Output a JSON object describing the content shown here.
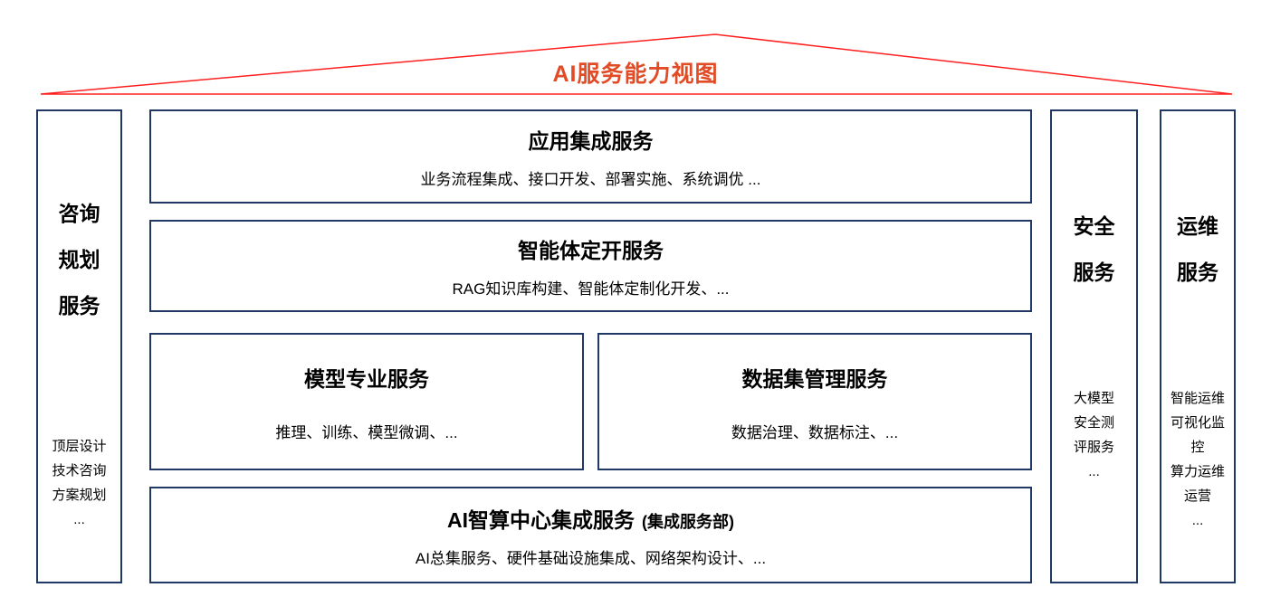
{
  "roof": {
    "title": "AI服务能力视图"
  },
  "left_column": {
    "title_lines": [
      "咨询",
      "规划",
      "服务"
    ],
    "sub_lines": [
      "顶层设计",
      "技术咨询",
      "方案规划",
      "..."
    ]
  },
  "main_boxes": {
    "app_integration": {
      "title": "应用集成服务",
      "subtitle": "业务流程集成、接口开发、部署实施、系统调优 ..."
    },
    "agent_dev": {
      "title": "智能体定开服务",
      "subtitle": "RAG知识库构建、智能体定制化开发、..."
    },
    "model_service": {
      "title": "模型专业服务",
      "subtitle": "推理、训练、模型微调、..."
    },
    "dataset_mgmt": {
      "title": "数据集管理服务",
      "subtitle": "数据治理、数据标注、..."
    },
    "ai_center": {
      "title": "AI智算中心集成服务",
      "title_note": "(集成服务部)",
      "subtitle": "AI总集服务、硬件基础设施集成、网络架构设计、..."
    }
  },
  "security_column": {
    "title_lines": [
      "安全",
      "服务"
    ],
    "sub_lines": [
      "大模型",
      "安全测",
      "评服务",
      "..."
    ]
  },
  "ops_column": {
    "title_lines": [
      "运维",
      "服务"
    ],
    "sub_lines": [
      "智能运维",
      "可视化监",
      "控",
      "算力运维",
      "运营",
      "..."
    ]
  },
  "colors": {
    "border_navy": "#203864",
    "roof_line_red": "#ff1f1f",
    "title_orange_red": "#e14b25"
  }
}
